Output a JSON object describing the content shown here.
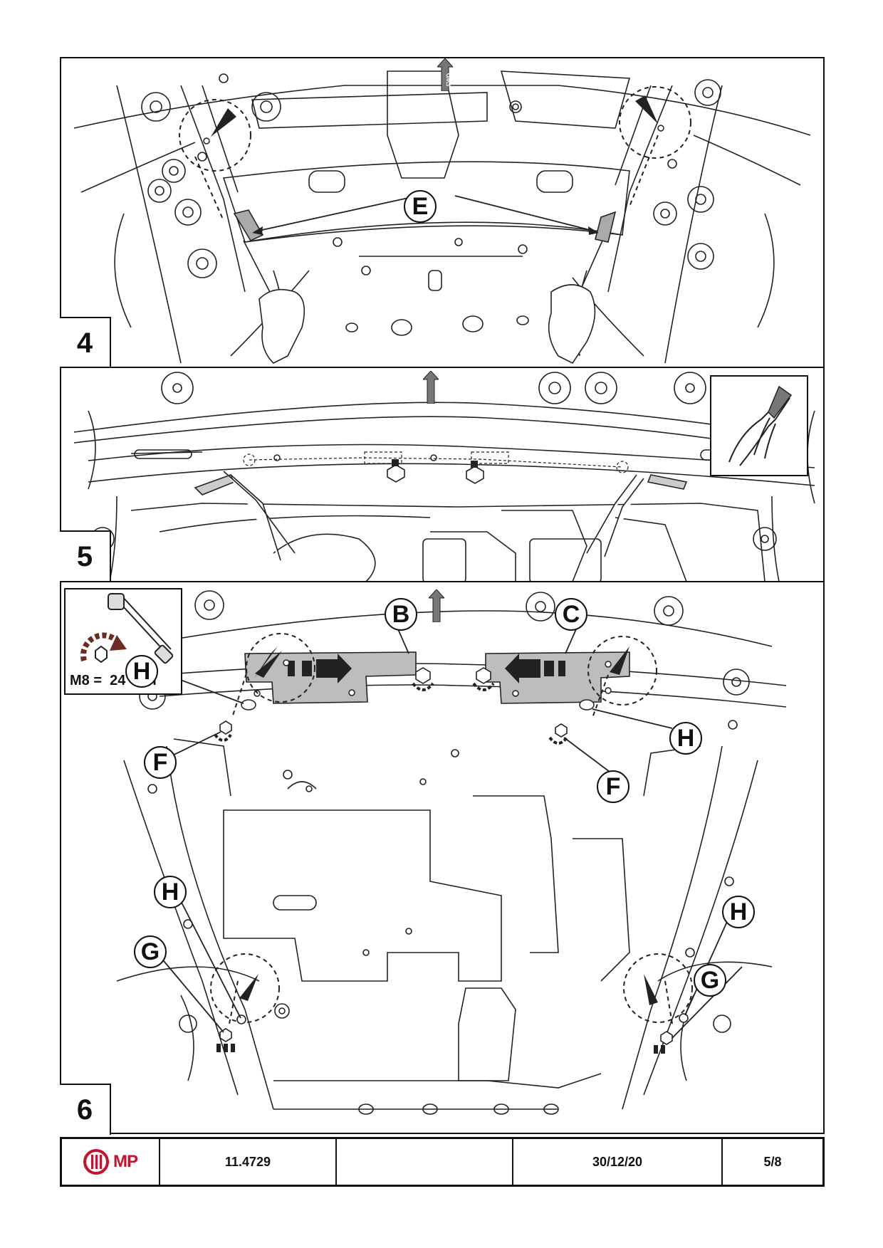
{
  "steps": [
    {
      "number": "4",
      "callouts": [
        "E"
      ]
    },
    {
      "number": "5",
      "callouts": []
    },
    {
      "number": "6",
      "callouts": [
        "B",
        "C",
        "H",
        "H",
        "F",
        "F",
        "H",
        "H",
        "G",
        "G"
      ]
    }
  ],
  "fwd_label": "FWD",
  "torque": {
    "label": "M8 =  24  Nm"
  },
  "footer": {
    "logo_text": "MP",
    "code": "11.4729",
    "blank": "",
    "date": "30/12/20",
    "page": "5/8"
  },
  "colors": {
    "logo_red": "#c4122f",
    "torque_arrow": "#6b2a22",
    "plate_gray": "#bdbdbd"
  }
}
